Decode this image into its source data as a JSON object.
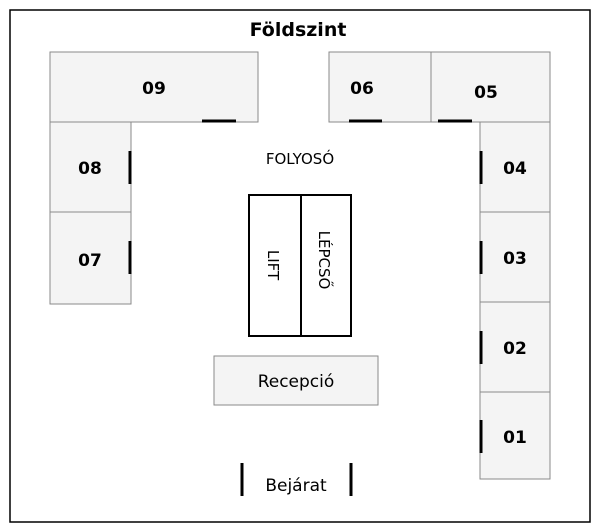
{
  "title": "Földszint",
  "corridor": "FOLYOSÓ",
  "lift": "LIFT",
  "stairs": "LÉPCSŐ",
  "reception": "Recepció",
  "entrance": "Bejárat",
  "rooms": {
    "r01": "01",
    "r02": "02",
    "r03": "03",
    "r04": "04",
    "r05": "05",
    "r06": "06",
    "r07": "07",
    "r08": "08",
    "r09": "09"
  }
}
